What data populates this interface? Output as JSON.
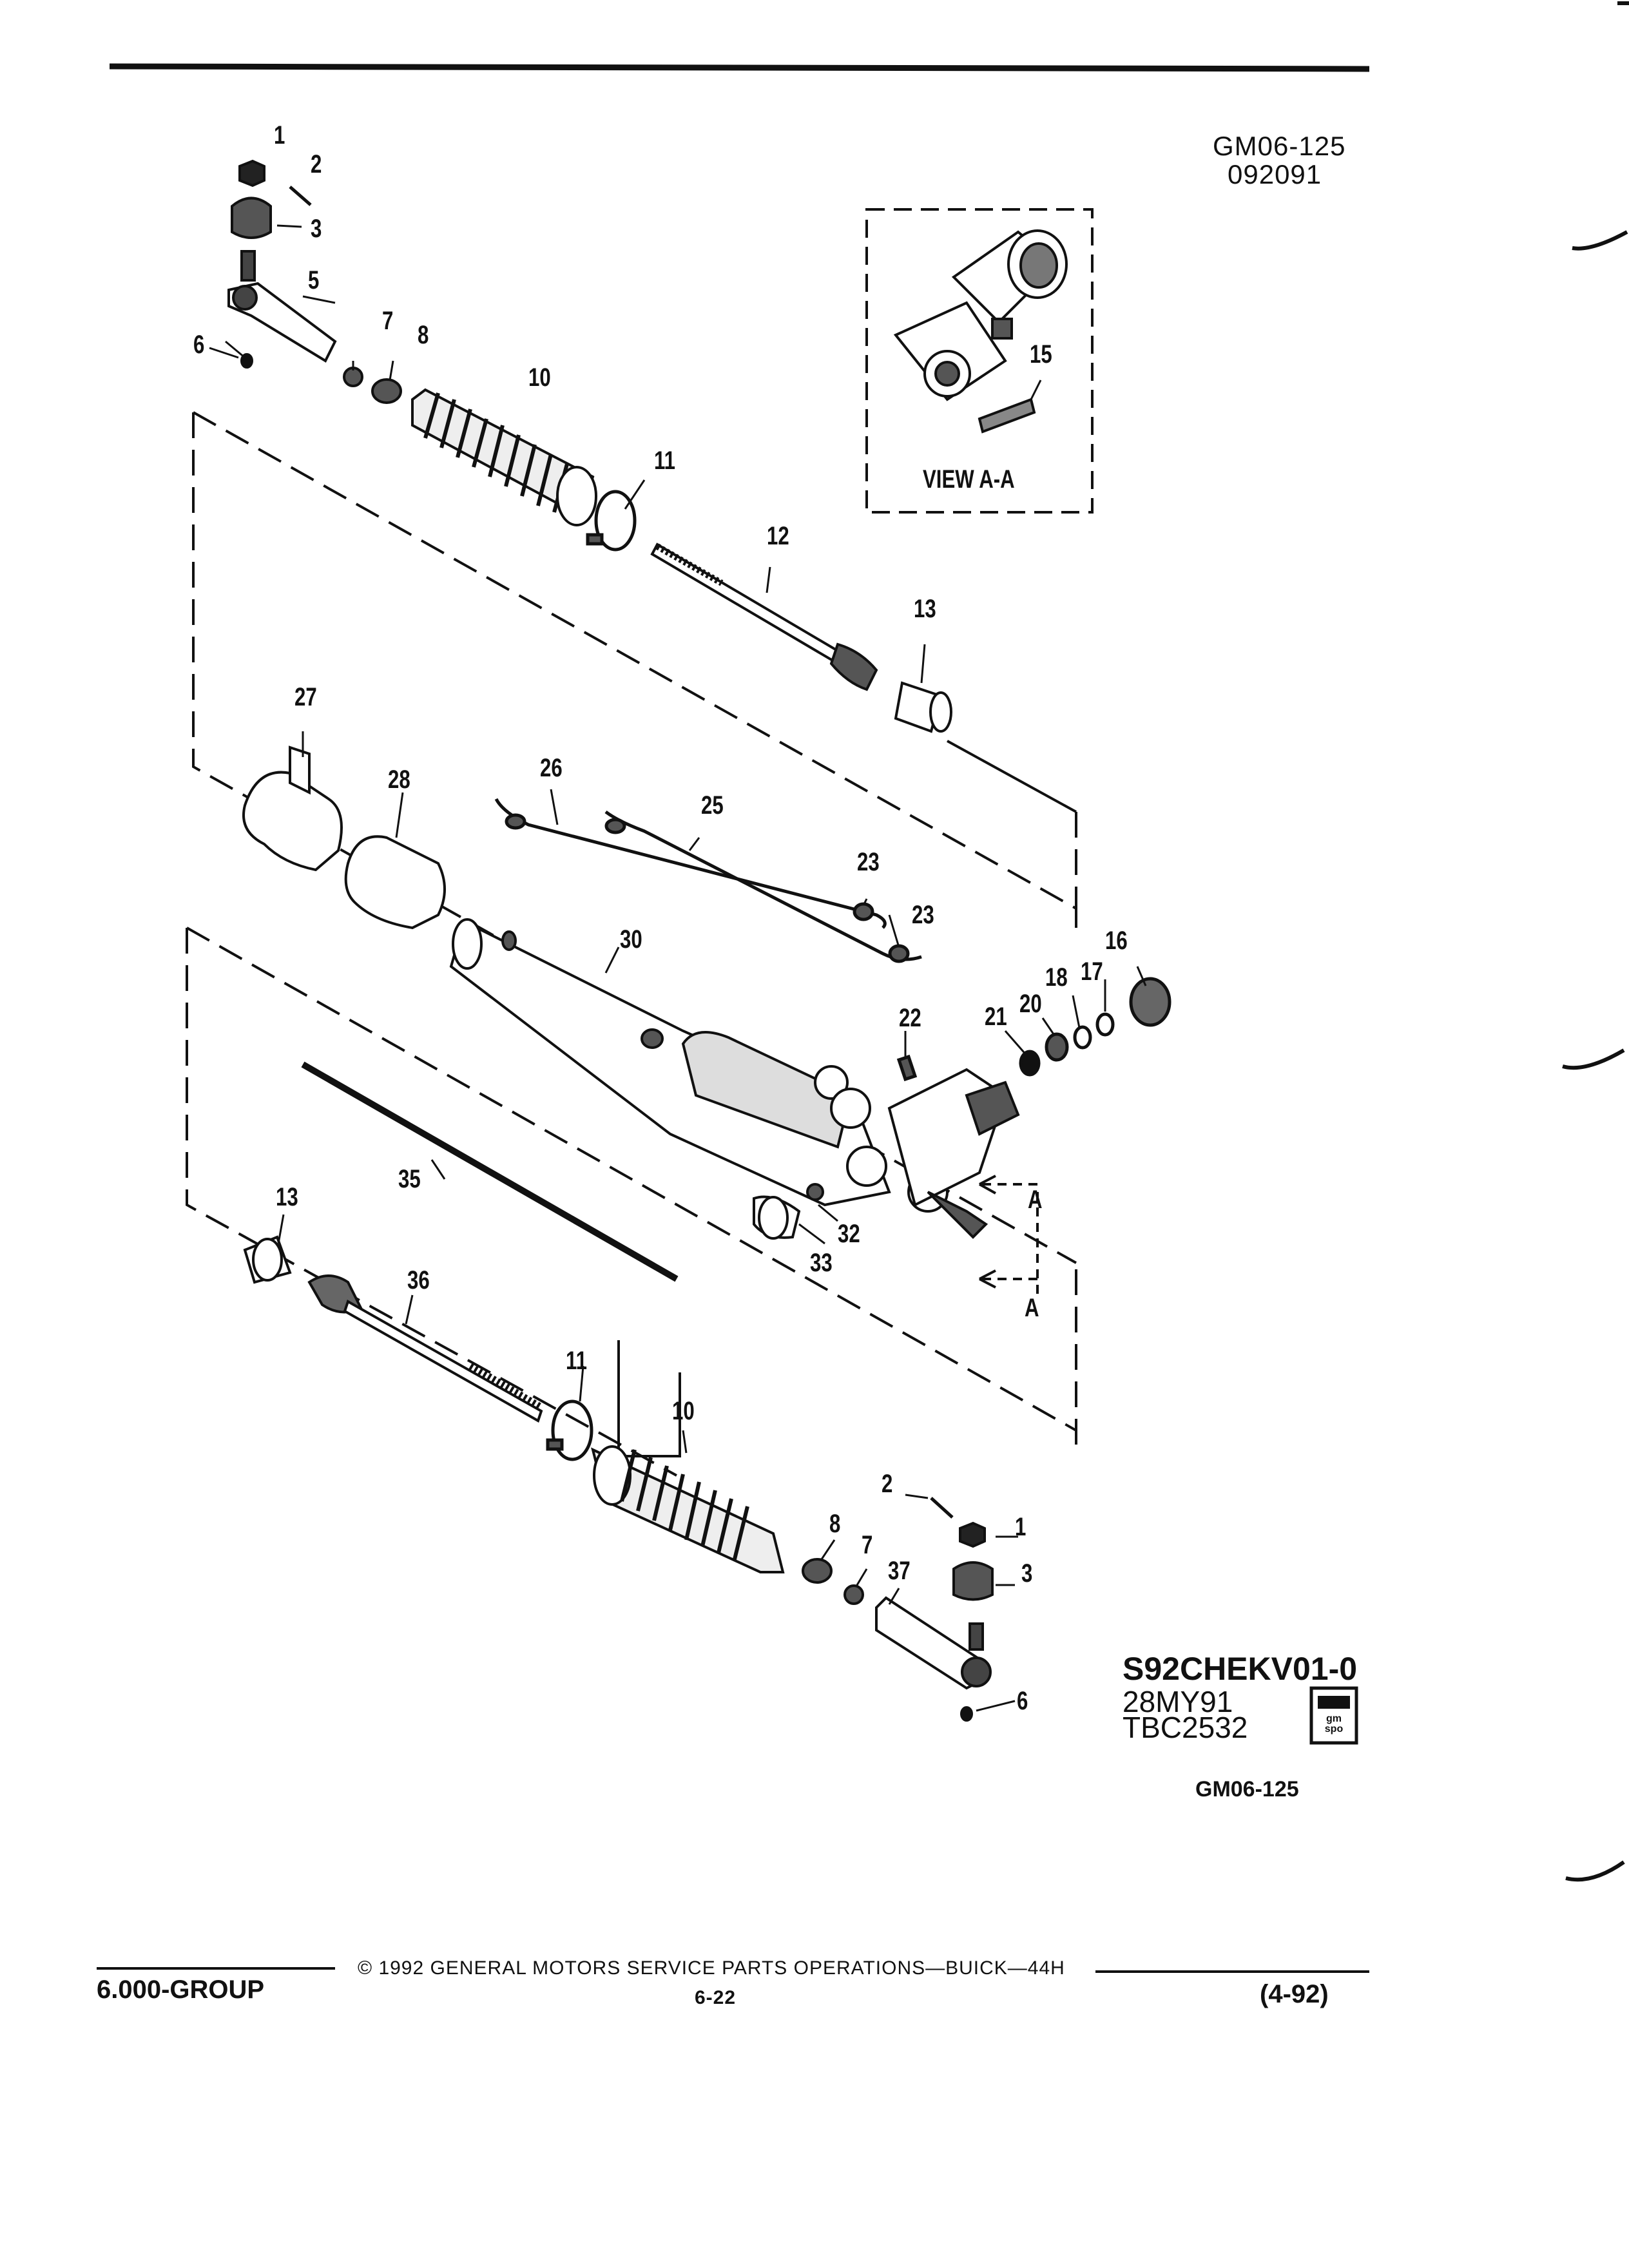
{
  "header": {
    "ref_code": "GM06-125",
    "ref_date": "092091"
  },
  "view": {
    "label": "VIEW A-A"
  },
  "callouts": [
    "1",
    "2",
    "3",
    "5",
    "6",
    "7",
    "8",
    "10",
    "11",
    "12",
    "13",
    "15",
    "16",
    "17",
    "18",
    "20",
    "21",
    "22",
    "23",
    "23",
    "25",
    "26",
    "27",
    "28",
    "30",
    "32",
    "33",
    "35",
    "13",
    "36",
    "11",
    "10",
    "2",
    "1",
    "8",
    "7",
    "37",
    "3",
    "6",
    "A",
    "A"
  ],
  "stamp": {
    "line1": "S92CHEKV01-0",
    "line2": "28MY91",
    "line3": "TBC2532",
    "logo_text": "gm spo"
  },
  "bottom_code": "GM06-125",
  "footer": {
    "group": "6.000-GROUP",
    "copyright": "© 1992 GENERAL MOTORS SERVICE PARTS OPERATIONS—BUICK—44H",
    "page": "6-22",
    "revision": "(4-92)"
  }
}
